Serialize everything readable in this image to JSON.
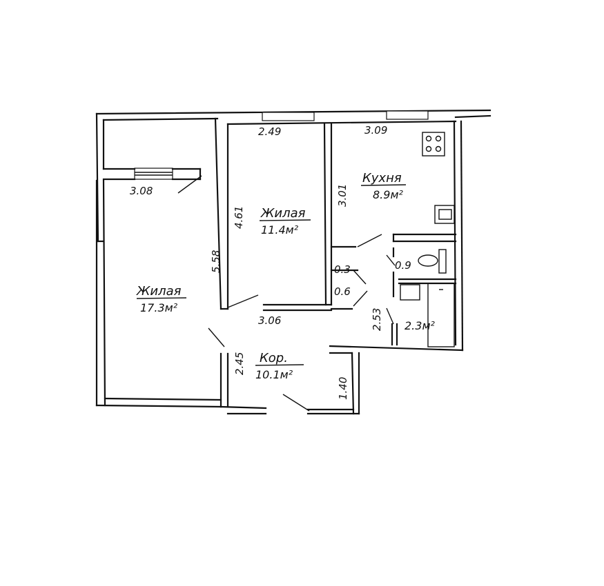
{
  "rooms": {
    "living_large": {
      "name": "Жилая",
      "area": "17.3м²"
    },
    "living_small": {
      "name": "Жилая",
      "area": "11.4м²"
    },
    "kitchen": {
      "name": "Кухня",
      "area": "8.9м²"
    },
    "corridor": {
      "name": "Кор.",
      "area": "10.1м²"
    },
    "bathroom": {
      "area": "2.3м²"
    }
  },
  "dimensions": {
    "bedroom_top": "2.49",
    "kitchen_top": "3.09",
    "balcony": "3.08",
    "bedroom_left": "4.61",
    "kitchen_left": "3.01",
    "living_side": "5.58",
    "closet_top": "0.3",
    "wc": "0.9",
    "closet_bottom": "0.6",
    "bath_side": "2.53",
    "corridor_top": "3.06",
    "corridor_left": "2.45",
    "corridor_right": "1.40"
  }
}
